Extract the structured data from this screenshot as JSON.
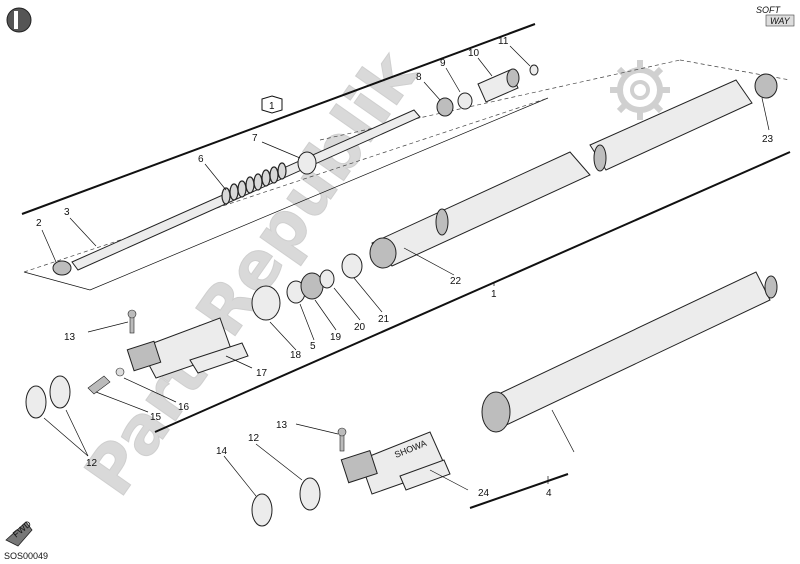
{
  "watermark": {
    "text": "PartsRepublik",
    "gear_icon": "gear-icon"
  },
  "corner": {
    "left_badge_icon": "info-circle-icon",
    "brand_top": "SOFT",
    "brand_bottom": "WAY"
  },
  "fwd_label": "FWD",
  "drawing_code": "SOS00049",
  "assembly_marker": "1",
  "shock_brand": "SHOWA",
  "callouts": {
    "c1": "1",
    "c2": "2",
    "c3": "3",
    "c4": "4",
    "c5": "5",
    "c6": "6",
    "c7": "7",
    "c8": "8",
    "c9": "9",
    "c10": "10",
    "c11": "11",
    "c12a": "12",
    "c12b": "12",
    "c13a": "13",
    "c13b": "13",
    "c14": "14",
    "c15": "15",
    "c16": "16",
    "c17": "17",
    "c18": "18",
    "c19": "19",
    "c20": "20",
    "c21": "21",
    "c22": "22",
    "c23": "23",
    "c24": "24"
  }
}
